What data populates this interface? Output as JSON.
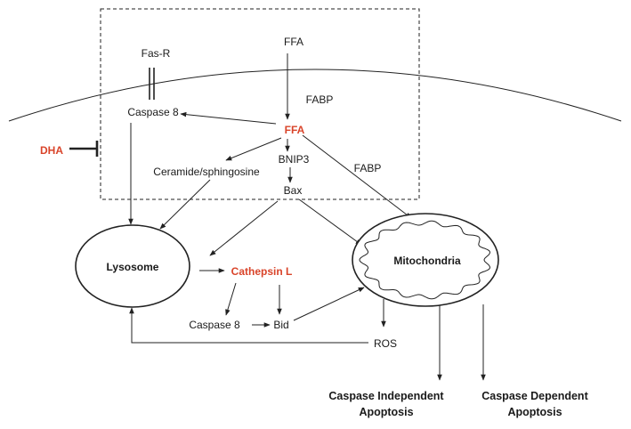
{
  "labels": {
    "fas_r": "Fas-R",
    "ffa_top": "FFA",
    "fabp_top": "FABP",
    "caspase8_top": "Caspase 8",
    "ffa_center": "FFA",
    "dha": "DHA",
    "bnip3": "BNIP3",
    "fabp_right": "FABP",
    "ceramide": "Ceramide/sphingosine",
    "bax": "Bax",
    "lysosome": "Lysosome",
    "cathepsin": "Cathepsin L",
    "mitochondria": "Mitochondria",
    "caspase8_bottom": "Caspase 8",
    "bid": "Bid",
    "ros": "ROS",
    "outcome_independent_1": "Caspase Independent",
    "outcome_independent_2": "Apoptosis",
    "outcome_dependent_1": "Caspase Dependent",
    "outcome_dependent_2": "Apoptosis"
  },
  "colors": {
    "highlight": "#d9442a",
    "line": "#222222"
  }
}
